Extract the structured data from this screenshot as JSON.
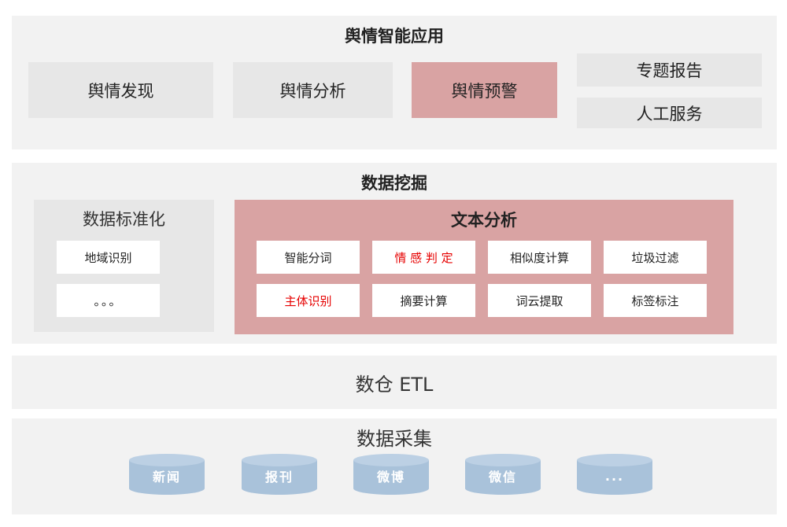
{
  "application_layer": {
    "title": "舆情智能应用",
    "modules": [
      {
        "label": "舆情发现",
        "highlighted": false
      },
      {
        "label": "舆情分析",
        "highlighted": false
      },
      {
        "label": "舆情预警",
        "highlighted": true
      }
    ],
    "side_modules": [
      "专题报告",
      "人工服务"
    ]
  },
  "mining_layer": {
    "title": "数据挖掘",
    "standardization": {
      "title": "数据标准化",
      "items": [
        "地域识别",
        "。。。"
      ]
    },
    "text_analysis": {
      "title": "文本分析",
      "row1": [
        {
          "label": "智能分词",
          "red": false
        },
        {
          "label": "情 感 判 定",
          "red": true
        },
        {
          "label": "相似度计算",
          "red": false
        },
        {
          "label": "垃圾过滤",
          "red": false
        }
      ],
      "row2": [
        {
          "label": "主体识别",
          "red": true
        },
        {
          "label": "摘要计算",
          "red": false
        },
        {
          "label": "词云提取",
          "red": false
        },
        {
          "label": "标签标注",
          "red": false
        }
      ]
    }
  },
  "etl_layer": {
    "title": "数仓 ETL"
  },
  "collection_layer": {
    "title": "数据采集",
    "sources": [
      "新闻",
      "报刊",
      "微博",
      "微信",
      "..."
    ]
  },
  "colors": {
    "layer_bg": "#f2f2f2",
    "box_bg": "#e7e7e7",
    "highlight": "#d9a3a3",
    "red_text": "#e60000",
    "cylinder": "#a9c2da"
  }
}
